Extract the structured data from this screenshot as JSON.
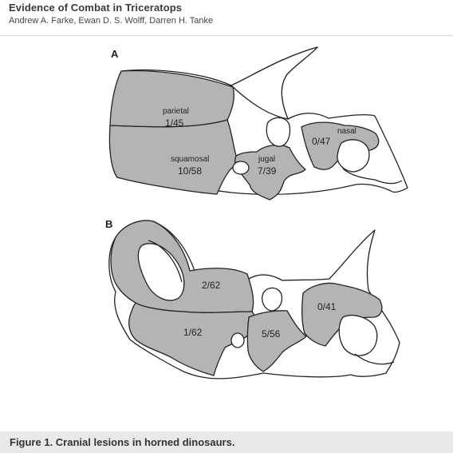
{
  "header": {
    "title": "Evidence of Combat in Triceratops",
    "authors": "Andrew A. Farke, Ewan D. S. Wolff, Darren H. Tanke"
  },
  "figure": {
    "panel_a": {
      "letter": "A",
      "labels": {
        "parietal_name": "parietal",
        "parietal_value": "1/45",
        "squamosal_name": "squamosal",
        "squamosal_value": "10/58",
        "jugal_name": "jugal",
        "jugal_value": "7/39",
        "nasal_name": "nasal",
        "nasal_value": "0/47"
      }
    },
    "panel_b": {
      "letter": "B",
      "labels": {
        "parietal_value": "2/62",
        "squamosal_value": "1/62",
        "jugal_value": "5/56",
        "nasal_value": "0/41"
      }
    },
    "colors": {
      "shaded": "#b4b4b4",
      "outline": "#222222",
      "bone": "#ffffff"
    }
  },
  "caption": "Figure 1. Cranial lesions in horned dinosaurs."
}
